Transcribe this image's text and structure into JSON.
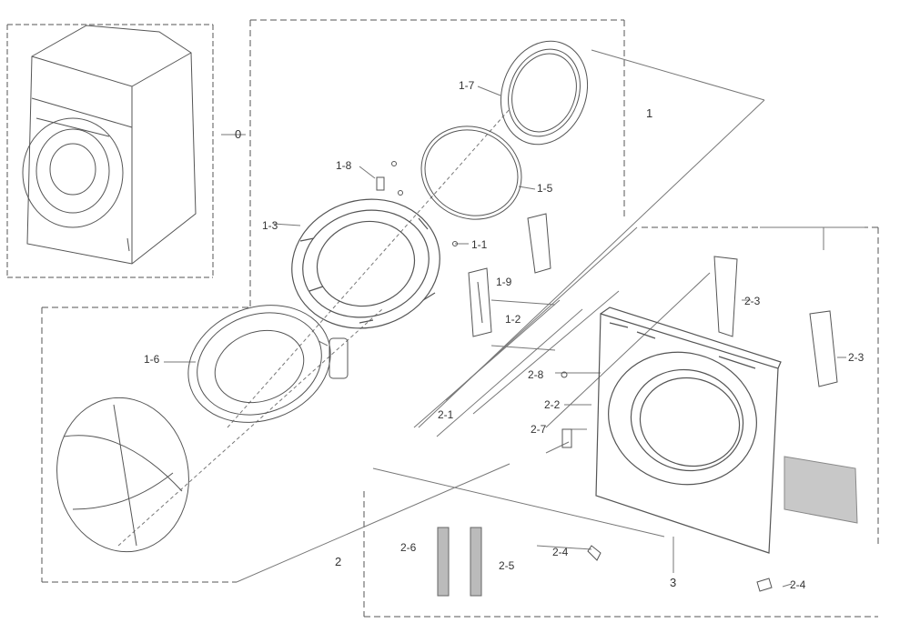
{
  "callouts": {
    "c0": "0",
    "c1": "1",
    "c1_2": "1-2",
    "c1_3": "1-3",
    "c1_5": "1-5",
    "c1_6": "1-6",
    "c1_7": "1-7",
    "c1_8": "1-8",
    "c1_9": "1-9",
    "c1_11": "1-1",
    "c2": "2",
    "c2_1": "2-1",
    "c2_2": "2-2",
    "c2_3a": "2-3",
    "c2_3b": "2-3",
    "c2_4a": "2-4",
    "c2_4b": "2-4",
    "c2_5": "2-5",
    "c2_6": "2-6",
    "c2_7": "2-7",
    "c2_8": "2-8",
    "c3": "3"
  },
  "colors": {
    "line": "#555555",
    "frame": "#888888",
    "paper": "#ffffff"
  }
}
